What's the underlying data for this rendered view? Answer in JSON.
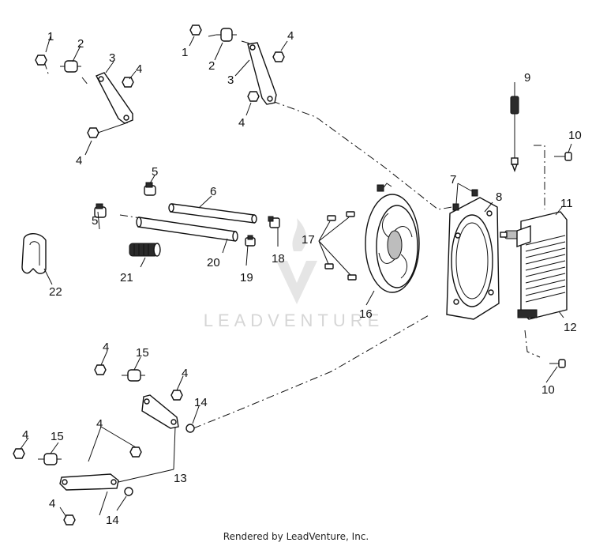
{
  "diagram": {
    "watermark": "LEADVENTURE",
    "footer": "Rendered by LeadVenture, Inc.",
    "callouts": {
      "c1a": "1",
      "c1b": "1",
      "c2a": "2",
      "c2b": "2",
      "c3a": "3",
      "c3b": "3",
      "c4a": "4",
      "c4b": "4",
      "c4c": "4",
      "c4d": "4",
      "c4e": "4",
      "c4f": "4",
      "c4g": "4",
      "c4h": "4",
      "c4i": "4",
      "c5a": "5",
      "c5b": "5",
      "c6": "6",
      "c7": "7",
      "c8": "8",
      "c9": "9",
      "c10a": "10",
      "c10b": "10",
      "c11": "11",
      "c12": "12",
      "c13": "13",
      "c14a": "14",
      "c14b": "14",
      "c15a": "15",
      "c15b": "15",
      "c16": "16",
      "c17": "17",
      "c18": "18",
      "c19": "19",
      "c20": "20",
      "c21": "21",
      "c22": "22"
    }
  }
}
